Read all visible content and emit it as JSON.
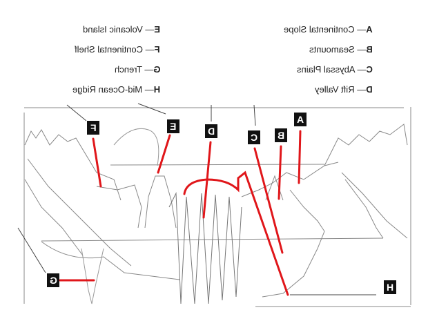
{
  "legend": {
    "left": [
      {
        "letter": "E",
        "text": "Volcanic Island"
      },
      {
        "letter": "F",
        "text": "Continental Shelf"
      },
      {
        "letter": "G",
        "text": "Trench"
      },
      {
        "letter": "H",
        "text": "Mid-Ocean Ridge"
      }
    ],
    "right": [
      {
        "letter": "A",
        "text": "Continental Slope"
      },
      {
        "letter": "B",
        "text": "Seamounts"
      },
      {
        "letter": "C",
        "text": "Abyssal Plains"
      },
      {
        "letter": "D",
        "text": "Rift Valley"
      }
    ],
    "dash": "—"
  },
  "markers": {
    "A": "A",
    "B": "B",
    "C": "C",
    "D": "D",
    "E": "E",
    "F": "F",
    "G": "G",
    "H": "H"
  },
  "colors": {
    "pointer": "#e0161a",
    "label_bg": "#111111",
    "sketch": "#777777"
  },
  "note": "Image is horizontally mirrored"
}
